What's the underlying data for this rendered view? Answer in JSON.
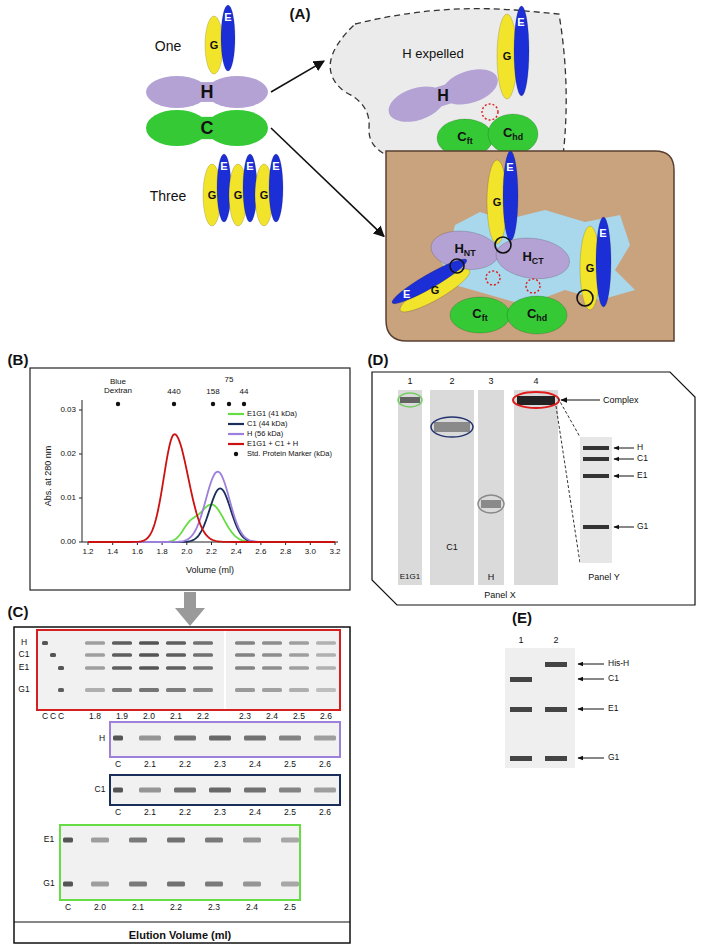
{
  "diagram": {
    "nodes": [
      {
        "text": [
          "H"
        ]
      },
      {
        "text": [
          "C"
        ]
      },
      {
        "text": [
          "G"
        ]
      },
      {
        "text": [
          "E"
        ]
      },
      {
        "text": [
          "H expelled"
        ]
      },
      {
        "text": [
          "G"
        ],
        "in": 4
      },
      {
        "text": [
          "E"
        ],
        "in": 4
      },
      {
        "text": [
          "H"
        ],
        "in": 4
      },
      {
        "text": [
          "Cft"
        ],
        "in": 4
      },
      {
        "text": [
          "Chd"
        ],
        "in": 4
      },
      {
        "text": [
          "G"
        ]
      },
      {
        "text": [
          "E"
        ]
      },
      {
        "text": [
          "G"
        ]
      },
      {
        "text": [
          "E"
        ]
      },
      {
        "text": [
          "G"
        ]
      },
      {
        "text": [
          "E"
        ]
      },
      {
        "text": []
      },
      {
        "text": [
          "G"
        ],
        "in": 16
      },
      {
        "text": [
          "E"
        ],
        "in": 16
      },
      {
        "text": [
          "HNT"
        ],
        "in": 16
      },
      {
        "text": [
          "HCT"
        ],
        "in": 16
      },
      {
        "text": [
          "G"
        ],
        "in": 16
      },
      {
        "text": [
          "E"
        ],
        "in": 16
      },
      {
        "text": [
          "G"
        ],
        "in": 16
      },
      {
        "text": [
          "E"
        ],
        "in": 16
      },
      {
        "text": [
          "Cft"
        ],
        "in": 16
      },
      {
        "text": [
          "Chd"
        ],
        "in": 16
      }
    ],
    "edges": [
      {
        "from": 0,
        "to": 4,
        "arrow": "to"
      },
      {
        "from": 1,
        "to": 16,
        "arrow": "to"
      }
    ],
    "labels": [
      "(A)",
      "One",
      "Three",
      "(B)",
      "0.03",
      "0.02",
      "0.01",
      "0.00",
      "Abs. at 280 nm",
      "1.2",
      "1.4",
      "1.6",
      "1.8",
      "2.0",
      "2.2",
      "2.4",
      "2.6",
      "2.8",
      "3.0",
      "3.2",
      "Volume (ml)",
      "Blue Dextran",
      "440",
      "158",
      "75",
      "44",
      "(C)",
      "H",
      "C1",
      "E1",
      "G1",
      "C",
      "C",
      "C",
      "1.8",
      "1.9",
      "2.0",
      "2.1",
      "2.2",
      "2.3",
      "2.4",
      "2.5",
      "2.6",
      "H",
      "C",
      "2.1",
      "2.2",
      "2.3",
      "2.4",
      "2.5",
      "2.6",
      "C1",
      "C",
      "2.1",
      "2.2",
      "2.3",
      "2.4",
      "2.5",
      "2.6",
      "E1",
      "G1",
      "C",
      "2.0",
      "2.1",
      "2.2",
      "2.3",
      "2.4",
      "2.5",
      "Elution Volume (ml)",
      "(D)",
      "1",
      "2",
      "3",
      "4",
      "C1",
      "E1G1",
      "H",
      "Complex",
      "Panel X",
      "H",
      "C1",
      "E1",
      "G1",
      "Panel Y",
      "(E)",
      "1",
      "2",
      "His-H",
      "C1",
      "E1",
      "G1"
    ],
    "legend": [
      {
        "text": "E1G1 (41 kDa)",
        "color": "#66dd44"
      },
      {
        "text": "C1 (44 kDa)",
        "color": "#1a2e5a"
      },
      {
        "text": "H (56 kDa)",
        "color": "#9d7fdc"
      },
      {
        "text": "E1G1 + C1 + H",
        "color": "#cc1111"
      },
      {
        "text": "Std. Protein Marker (kDa)"
      }
    ]
  }
}
